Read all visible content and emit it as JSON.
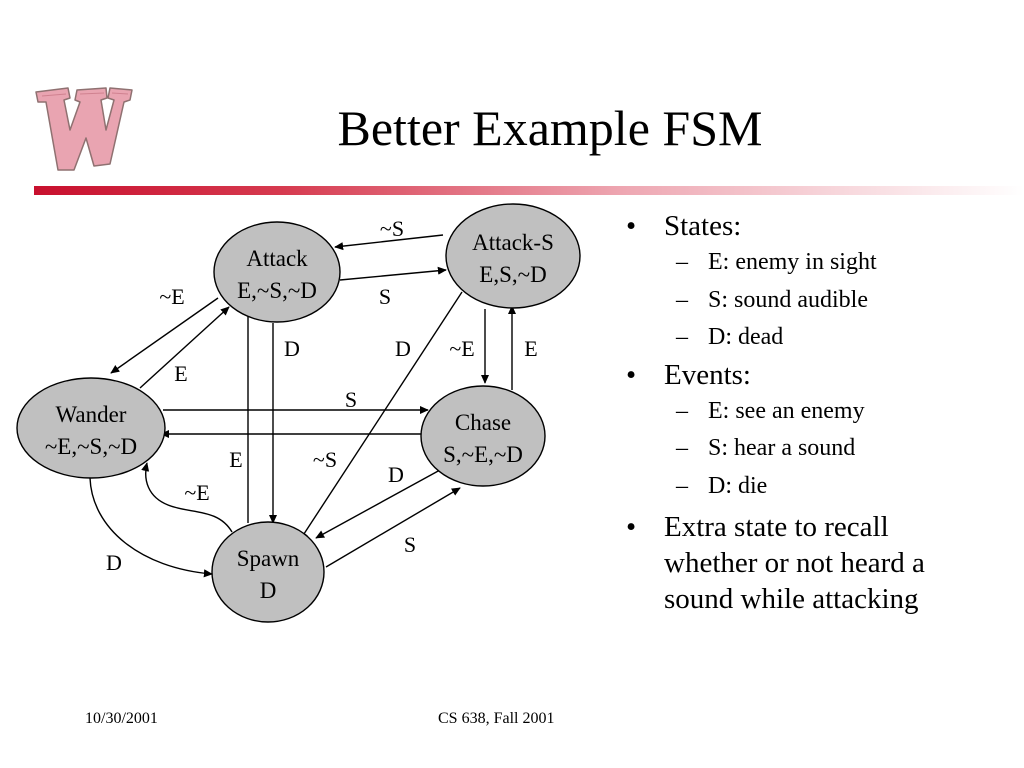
{
  "title": "Better Example FSM",
  "logo": {
    "name": "wisconsin-w-logo",
    "color": "#e8a0ad"
  },
  "diagram": {
    "states": [
      {
        "id": "attack",
        "line1": "Attack",
        "line2": "E,~S,~D"
      },
      {
        "id": "attack_s",
        "line1": "Attack-S",
        "line2": "E,S,~D"
      },
      {
        "id": "wander",
        "line1": "Wander",
        "line2": "~E,~S,~D"
      },
      {
        "id": "chase",
        "line1": "Chase",
        "line2": "S,~E,~D"
      },
      {
        "id": "spawn",
        "line1": "Spawn",
        "line2": "D"
      }
    ],
    "transition_labels": {
      "attacks_to_attack": "~S",
      "attack_to_attacks": "S",
      "attack_to_wander": "~E",
      "wander_to_attack": "E",
      "attack_to_spawn": "D",
      "attacks_to_spawn": "D",
      "attacks_to_chase": "~E",
      "chase_to_attacks": "E",
      "wander_to_chase": "S",
      "spawn_to_attack": "E",
      "chase_to_wander": "~S",
      "spawn_to_wander": "~E",
      "chase_to_spawn": "D",
      "spawn_to_chase": "S",
      "wander_to_spawn": "D"
    },
    "node_fill": "#c0c0c0"
  },
  "bullets": {
    "states_heading": "States:",
    "states": [
      "E: enemy in sight",
      "S: sound audible",
      "D: dead"
    ],
    "events_heading": "Events:",
    "events": [
      "E: see an enemy",
      "S: hear a sound",
      "D: die"
    ],
    "extra": [
      "Extra state to recall",
      "whether or not heard a",
      "sound while attacking"
    ],
    "bullet_char": "•",
    "dash_char": "–"
  },
  "footer": {
    "date": "10/30/2001",
    "course": "CS 638, Fall 2001"
  }
}
